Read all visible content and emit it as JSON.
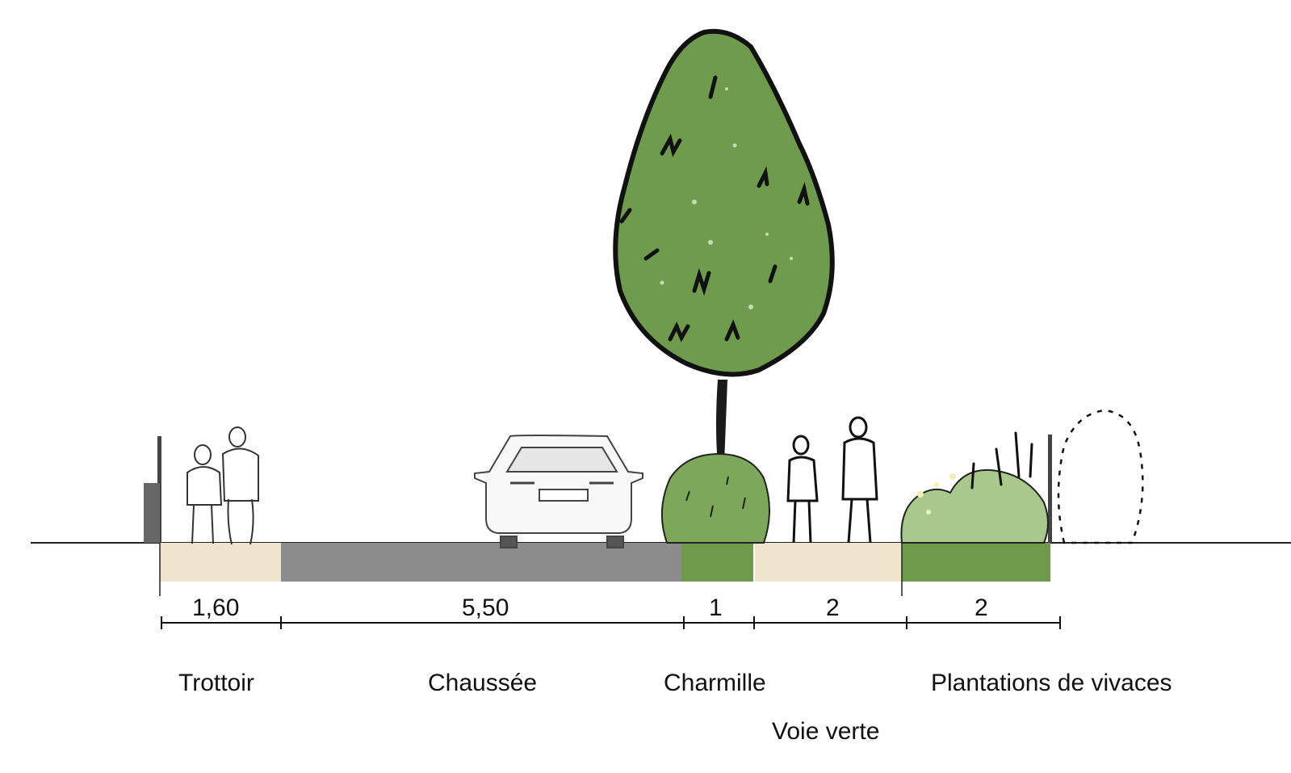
{
  "dimensions": {
    "trottoir": "1,60",
    "chaussee": "5,50",
    "charmille": "1",
    "voie_verte": "2",
    "plantations": "2"
  },
  "labels": {
    "trottoir": "Trottoir",
    "chaussee": "Chaussée",
    "charmille": "Charmille",
    "voie_verte": "Voie verte",
    "plantations": "Plantations de vivaces"
  },
  "colors": {
    "sidewalk": "#efe5cc",
    "road": "#8c8c8c",
    "planting": "#6f9a4a",
    "tree_foliage": "#6e9c4c",
    "hedge": "#7da85a",
    "shrub": "#a9c98c",
    "ink": "#111111"
  }
}
